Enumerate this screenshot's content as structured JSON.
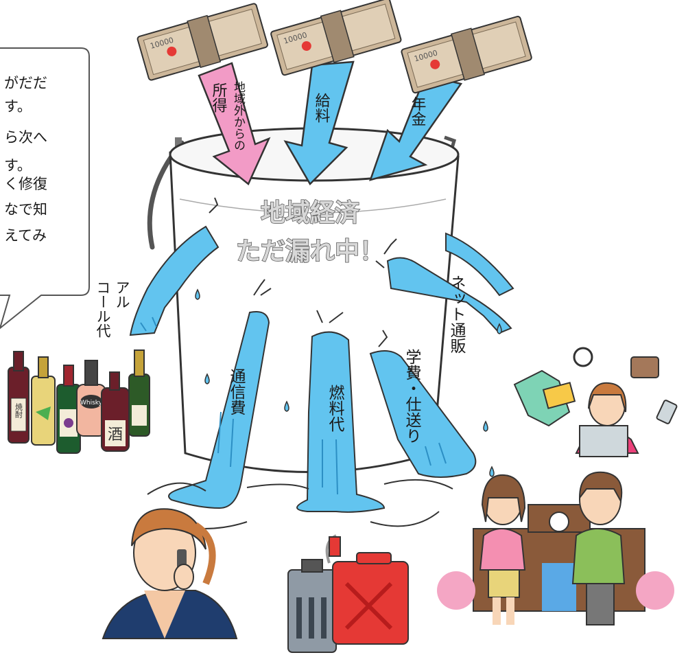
{
  "speech_bubble": {
    "lines": [
      "がだだ",
      "す。",
      "ら次へ",
      "す。",
      "く修復",
      "なで知",
      "えてみ"
    ]
  },
  "inflows": {
    "outside_income_1": "所得",
    "outside_income_2": "地域外からの",
    "salary": "給料",
    "pension": "年金"
  },
  "bucket": {
    "title_1": "地域経済",
    "title_2": "ただ漏れ中！"
  },
  "outflows": {
    "alcohol_1": "アル",
    "alcohol_2": "コール代",
    "telecom": "通信費",
    "fuel": "燃料代",
    "school": "学費・仕送り",
    "online_shopping": "ネット通販"
  },
  "banknote": {
    "denomination": "10000"
  },
  "bottles": {
    "shochu": "焼酎",
    "whisky": "Whisky",
    "sake": "酒"
  },
  "colors": {
    "water": "#62c4ef",
    "water_dark": "#2c8fc4",
    "income_arrow": "#f29bc6",
    "bucket": "#ffffff",
    "outline": "#333333"
  }
}
